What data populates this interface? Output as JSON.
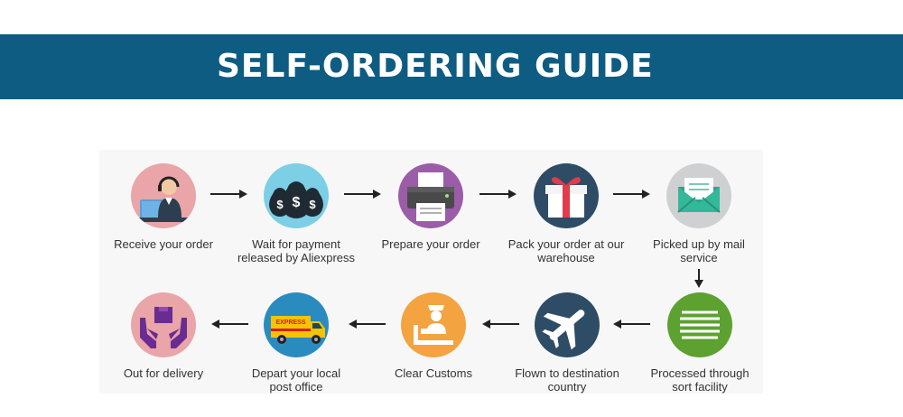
{
  "header": {
    "title": "SELF-ORDERING GUIDE"
  },
  "steps": [
    {
      "label": "Receive your order",
      "icon": "customer-service-agent-icon",
      "color": "#e9a5a8"
    },
    {
      "label": "Wait  for payment\nreleased by Aliexpress",
      "icon": "money-bags-icon",
      "color": "#7ccfe5"
    },
    {
      "label": "Prepare your order",
      "icon": "printer-icon",
      "color": "#9b5ca8"
    },
    {
      "label": "Pack your order at our\nwarehouse",
      "icon": "gift-box-icon",
      "color": "#2e4c66"
    },
    {
      "label": "Picked up by mail\nservice",
      "icon": "envelope-icon",
      "color": "#cfd0d1"
    },
    {
      "label": "Processed through\nsort facility",
      "icon": "sort-lines-icon",
      "color": "#5da130"
    },
    {
      "label": "Flown to destination\ncountry",
      "icon": "airplane-icon",
      "color": "#2e4c66"
    },
    {
      "label": "Clear Customs",
      "icon": "customs-officer-icon",
      "color": "#f3a33f"
    },
    {
      "label": "Depart your local\npost office",
      "icon": "delivery-truck-icon",
      "color": "#2a8bbf"
    },
    {
      "label": "Out for delivery",
      "icon": "hands-package-icon",
      "color": "#e9a5a8"
    }
  ],
  "truck_text": "EXPRESS"
}
